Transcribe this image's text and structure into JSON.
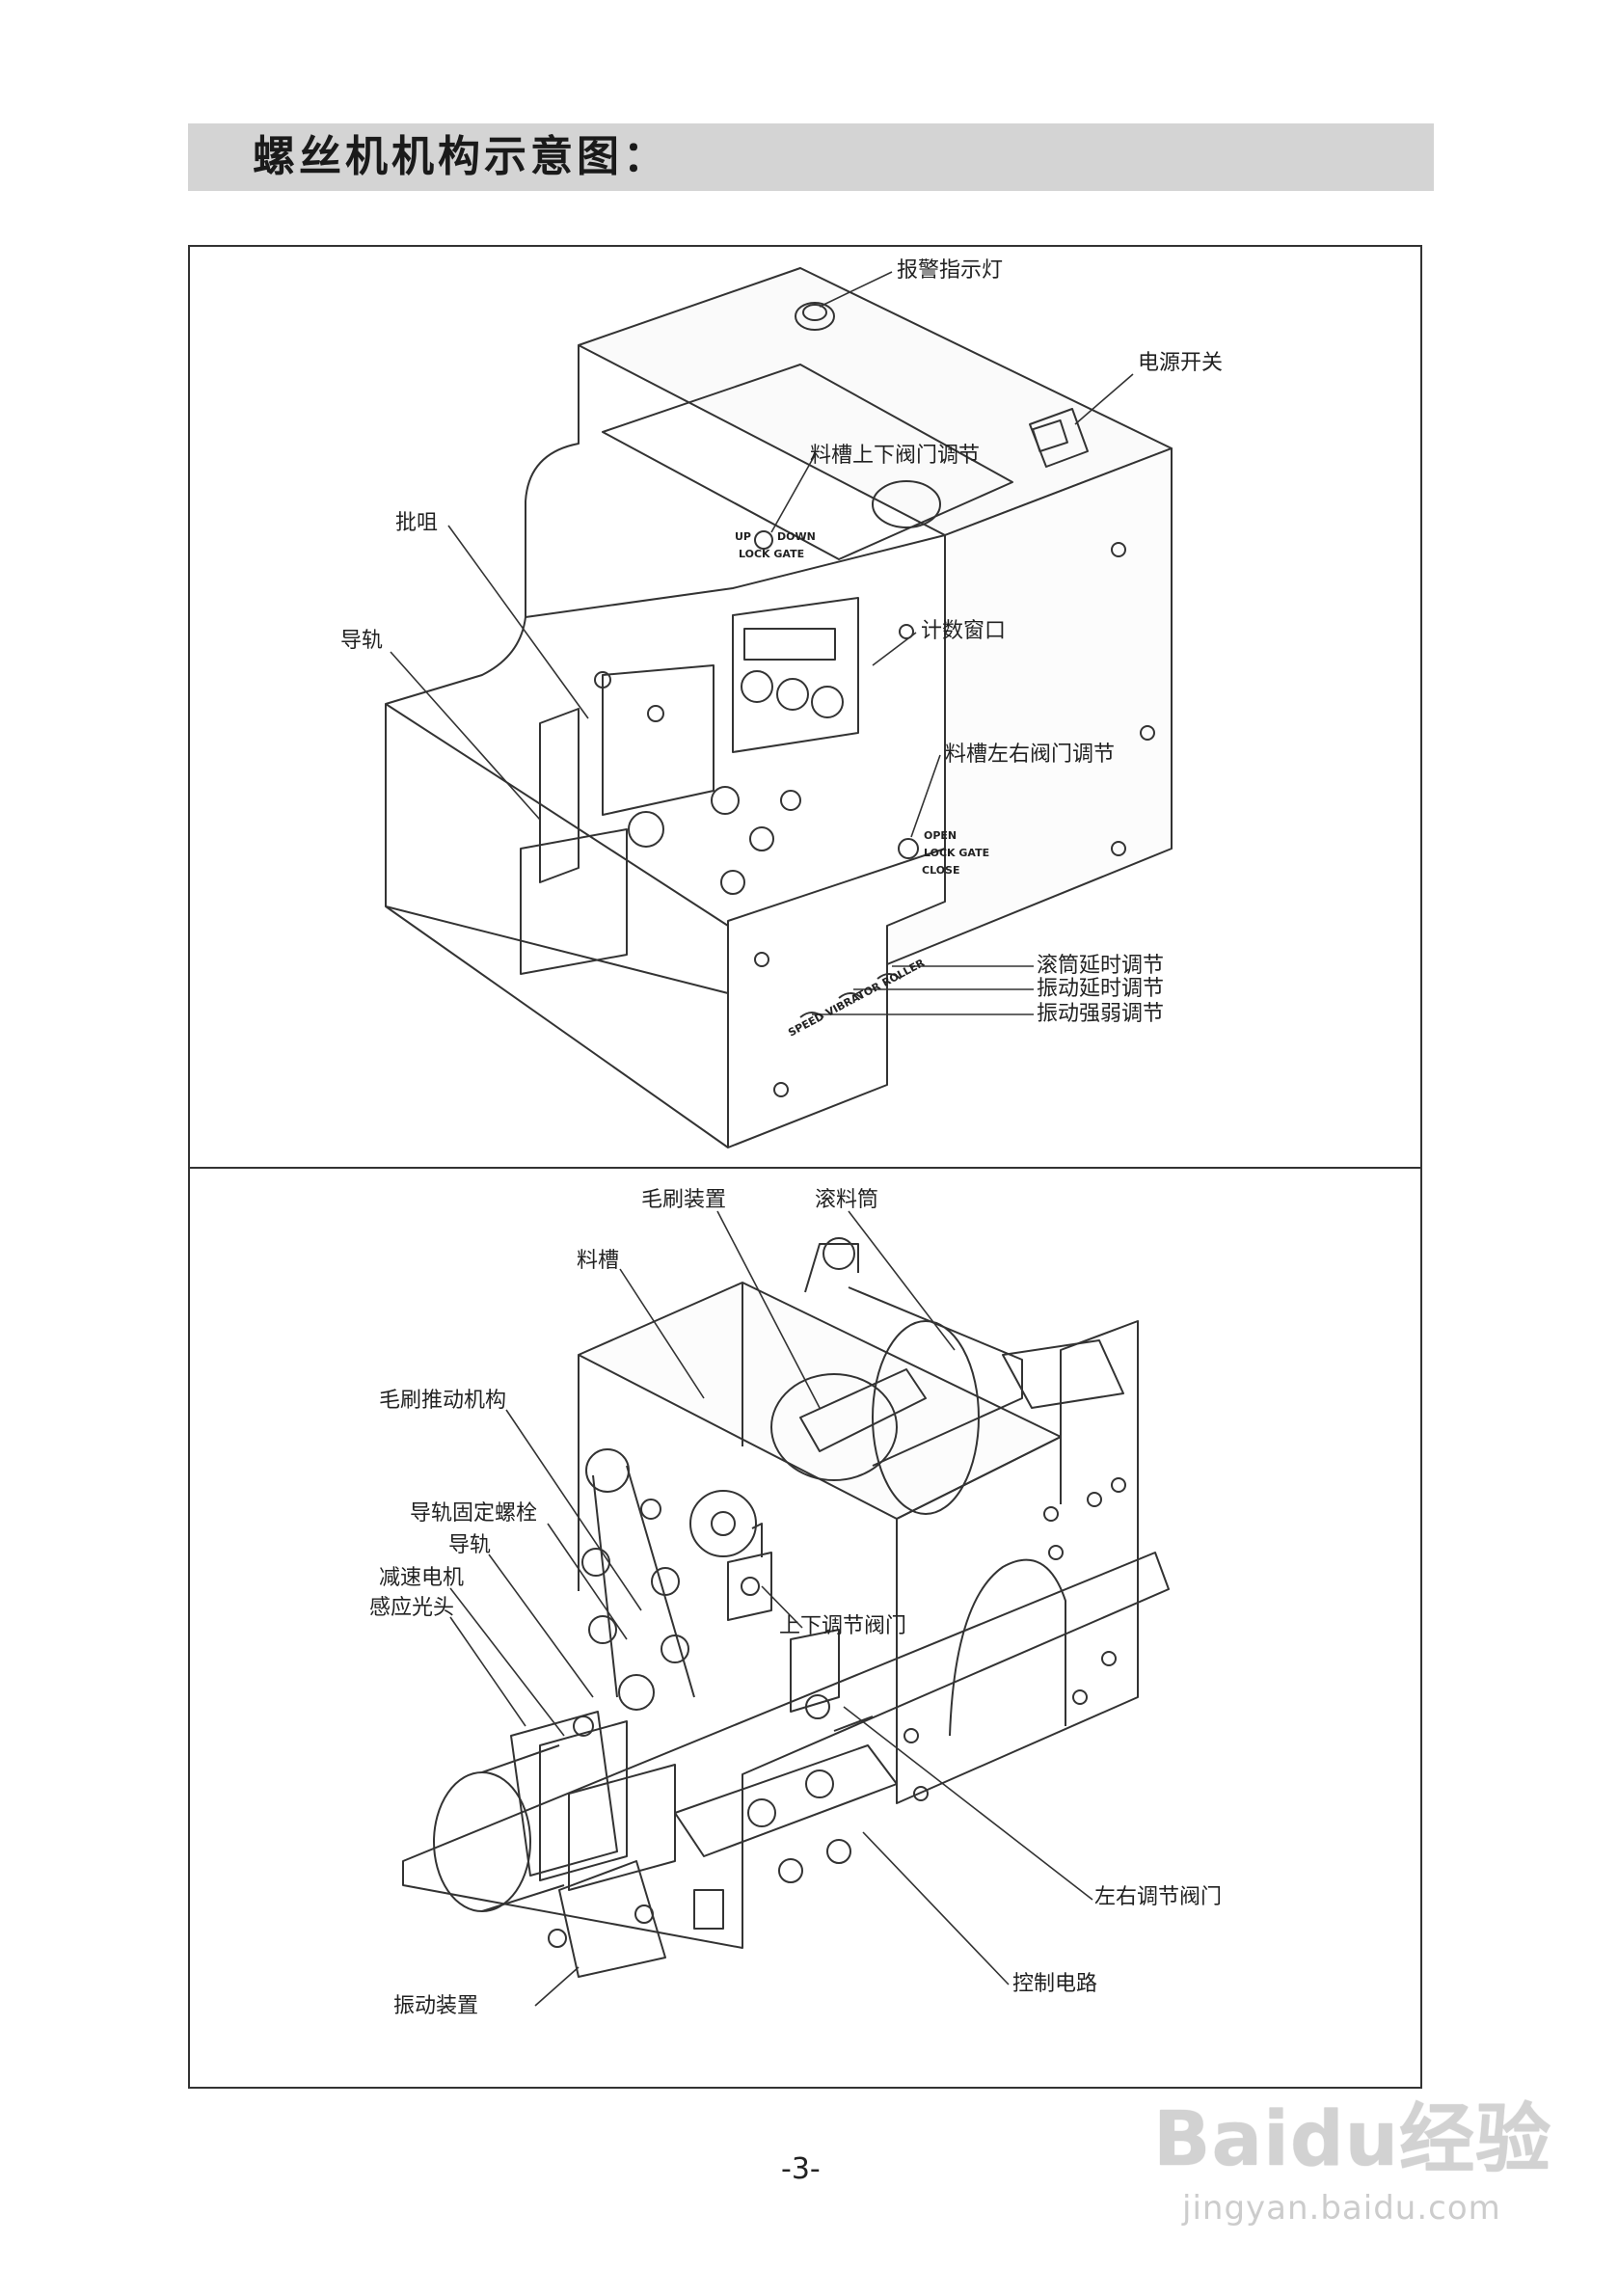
{
  "title": "螺丝机机构示意图：",
  "upper_diagram": {
    "labels": {
      "alarm_light": "报警指示灯",
      "power_switch": "电源开关",
      "trough_updown_gate": "料槽上下阀门调节",
      "bit_holder": "批咀",
      "guide_rail": "导轨",
      "count_window": "计数窗口",
      "trough_leftright_gate": "料槽左右阀门调节",
      "roller_delay": "滚筒延时调节",
      "vibration_delay": "振动延时调节",
      "vibration_strength": "振动强弱调节"
    },
    "panel_text": {
      "speed_vibrator_roller": "SPEED VIBRATOR ROLLER",
      "up": "UP",
      "down": "DOWN",
      "lock_gate": "LOCK GATE",
      "open": "OPEN",
      "close": "CLOSE"
    }
  },
  "lower_diagram": {
    "labels": {
      "brush_device": "毛刷装置",
      "roller_drum": "滚料筒",
      "trough": "料槽",
      "brush_push": "毛刷推动机构",
      "rail_bolt": "导轨固定螺栓",
      "guide_rail": "导轨",
      "reduction_motor": "减速电机",
      "sensor_head": "感应光头",
      "updown_gate": "上下调节阀门",
      "leftright_gate": "左右调节阀门",
      "control_circuit": "控制电路",
      "vibration_device": "振动装置"
    }
  },
  "page_number": "-3-",
  "watermark": {
    "main": "Baidu经验",
    "sub": "jingyan.baidu.com"
  }
}
